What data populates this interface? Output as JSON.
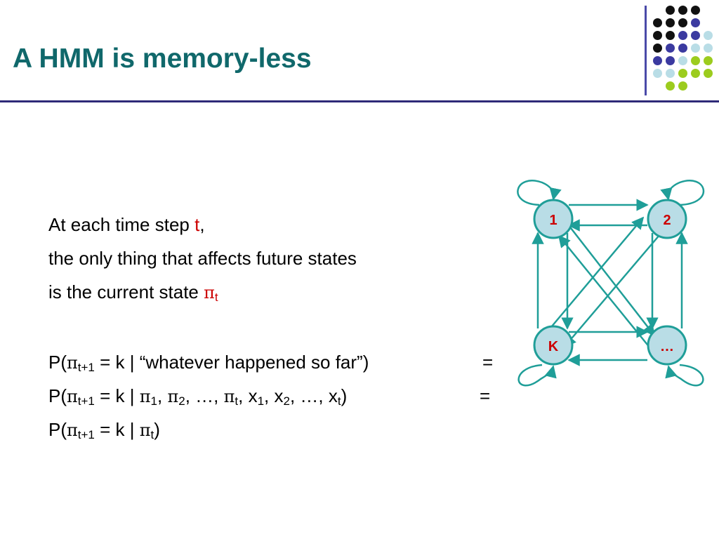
{
  "slide": {
    "title": "A HMM is memory-less",
    "line1_prefix": "At each time step ",
    "line1_var": "t",
    "line1_suffix": ",",
    "line2": "the only thing that affects future states",
    "line3_prefix": "is the current state ",
    "pi": "π",
    "sub_t": "t",
    "eq1_prefix": "P(",
    "sub_t1": "t+1",
    "eq1_mid": " =  k | “whatever happened so far”)",
    "eq1_end": "=",
    "eq2_mid": " =  k | ",
    "sub_1": "1",
    "sub_2": "2",
    "comma": ", ",
    "ellipsis": "…",
    "x": "x",
    "close": ")",
    "eq2_end": "=",
    "eq3_mid": " =  k | "
  },
  "diagram": {
    "nodes": [
      "1",
      "2",
      "K",
      "…"
    ]
  },
  "colors": {
    "title": "#10686b",
    "rule": "#2e2a78",
    "edge": "#1f9e98",
    "node_fill": "#b9dde6",
    "node_label": "#cc0000",
    "highlight": "#cc0000"
  }
}
